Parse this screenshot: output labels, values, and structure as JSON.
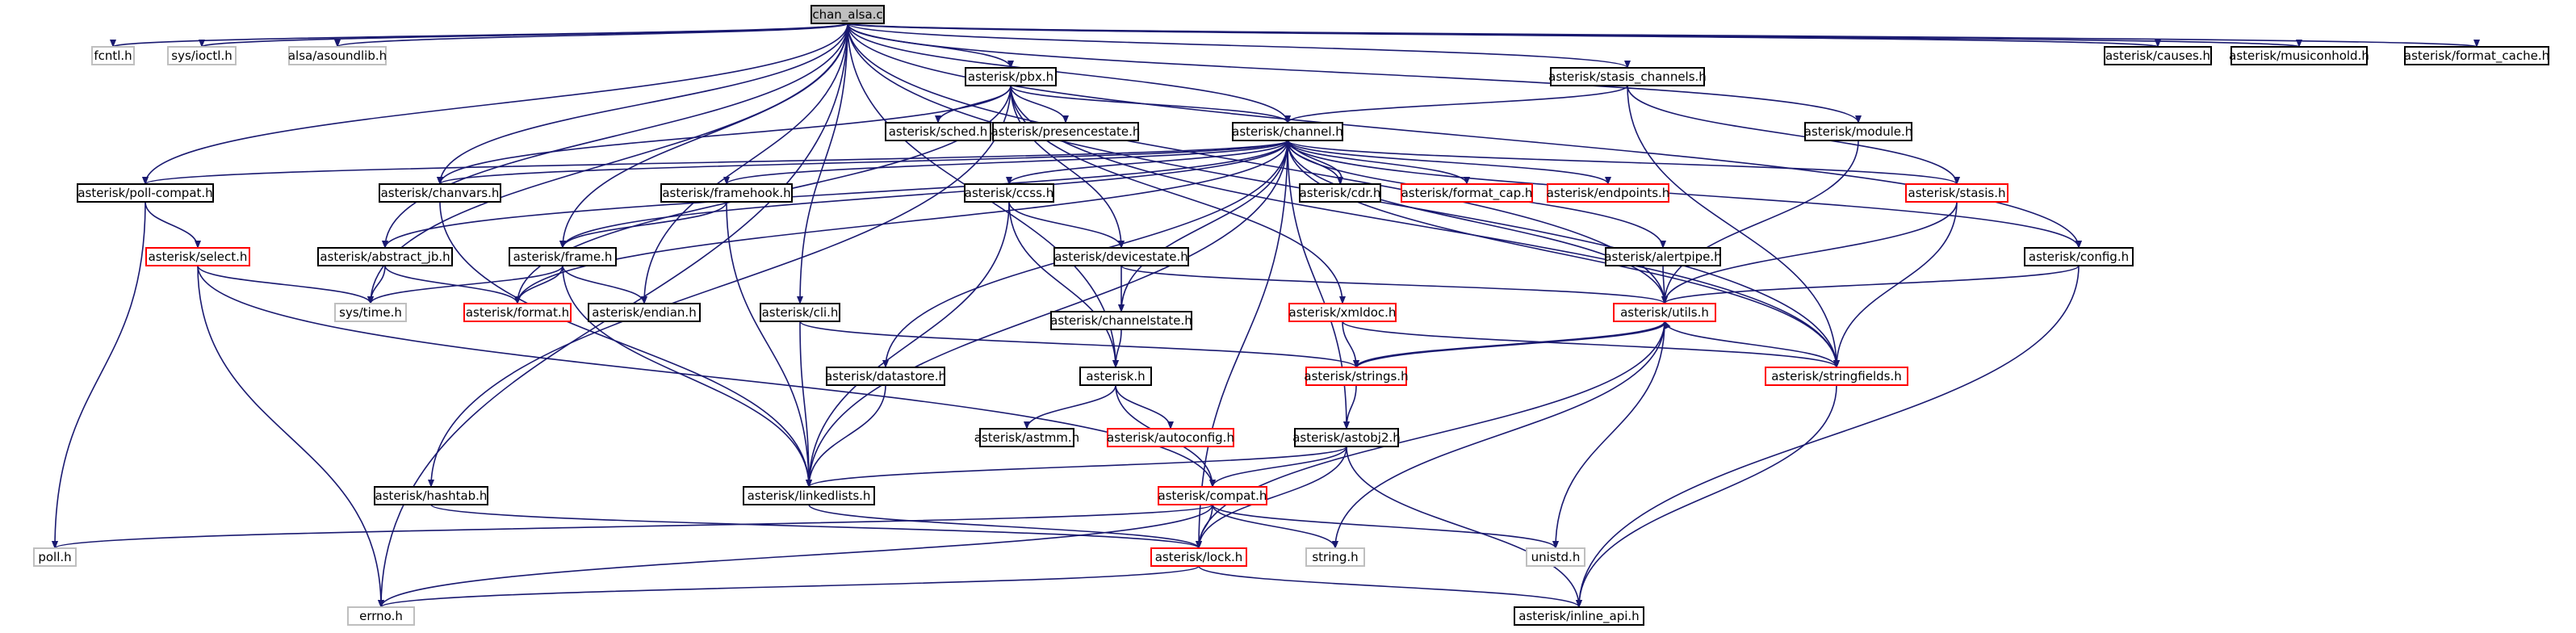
{
  "diagram": {
    "title": "",
    "style": {
      "edge_color": "#191970",
      "border_normal": "#000000",
      "border_missing": "#bfbfbf",
      "border_truncated": "#ff0000",
      "root_fill": "#bfbfbf",
      "text_missing": "#4d4d4d"
    },
    "nodes": [
      {
        "id": "chan_alsa",
        "label": "chan_alsa.c",
        "kind": "root"
      },
      {
        "id": "fcntl",
        "label": "fcntl.h",
        "kind": "missing"
      },
      {
        "id": "sys_ioctl",
        "label": "sys/ioctl.h",
        "kind": "missing"
      },
      {
        "id": "alsa",
        "label": "alsa/asoundlib.h",
        "kind": "missing"
      },
      {
        "id": "pbx",
        "label": "asterisk/pbx.h",
        "kind": "normal"
      },
      {
        "id": "stasis_channels",
        "label": "asterisk/stasis_channels.h",
        "kind": "normal"
      },
      {
        "id": "causes",
        "label": "asterisk/causes.h",
        "kind": "normal"
      },
      {
        "id": "musiconhold",
        "label": "asterisk/musiconhold.h",
        "kind": "normal"
      },
      {
        "id": "format_cache",
        "label": "asterisk/format_cache.h",
        "kind": "normal"
      },
      {
        "id": "sched",
        "label": "asterisk/sched.h",
        "kind": "normal"
      },
      {
        "id": "presencestate",
        "label": "asterisk/presencestate.h",
        "kind": "normal"
      },
      {
        "id": "channel",
        "label": "asterisk/channel.h",
        "kind": "normal"
      },
      {
        "id": "module",
        "label": "asterisk/module.h",
        "kind": "normal"
      },
      {
        "id": "poll_compat",
        "label": "asterisk/poll-compat.h",
        "kind": "normal"
      },
      {
        "id": "chanvars",
        "label": "asterisk/chanvars.h",
        "kind": "normal"
      },
      {
        "id": "framehook",
        "label": "asterisk/framehook.h",
        "kind": "normal"
      },
      {
        "id": "ccss",
        "label": "asterisk/ccss.h",
        "kind": "normal"
      },
      {
        "id": "cdr",
        "label": "asterisk/cdr.h",
        "kind": "normal"
      },
      {
        "id": "format_cap",
        "label": "asterisk/format_cap.h",
        "kind": "truncated"
      },
      {
        "id": "endpoints",
        "label": "asterisk/endpoints.h",
        "kind": "truncated"
      },
      {
        "id": "stasis",
        "label": "asterisk/stasis.h",
        "kind": "truncated"
      },
      {
        "id": "config",
        "label": "asterisk/config.h",
        "kind": "normal"
      },
      {
        "id": "select",
        "label": "asterisk/select.h",
        "kind": "truncated"
      },
      {
        "id": "abstract_jb",
        "label": "asterisk/abstract_jb.h",
        "kind": "normal"
      },
      {
        "id": "frame",
        "label": "asterisk/frame.h",
        "kind": "normal"
      },
      {
        "id": "devicestate",
        "label": "asterisk/devicestate.h",
        "kind": "normal"
      },
      {
        "id": "alertpipe",
        "label": "asterisk/alertpipe.h",
        "kind": "normal"
      },
      {
        "id": "sys_time",
        "label": "sys/time.h",
        "kind": "missing"
      },
      {
        "id": "format",
        "label": "asterisk/format.h",
        "kind": "truncated"
      },
      {
        "id": "endian",
        "label": "asterisk/endian.h",
        "kind": "normal"
      },
      {
        "id": "cli",
        "label": "asterisk/cli.h",
        "kind": "normal"
      },
      {
        "id": "channelstate",
        "label": "asterisk/channelstate.h",
        "kind": "normal"
      },
      {
        "id": "xmldoc",
        "label": "asterisk/xmldoc.h",
        "kind": "truncated"
      },
      {
        "id": "utils",
        "label": "asterisk/utils.h",
        "kind": "truncated"
      },
      {
        "id": "datastore",
        "label": "asterisk/datastore.h",
        "kind": "normal"
      },
      {
        "id": "asterisk_h",
        "label": "asterisk.h",
        "kind": "normal"
      },
      {
        "id": "strings",
        "label": "asterisk/strings.h",
        "kind": "truncated"
      },
      {
        "id": "stringfields",
        "label": "asterisk/stringfields.h",
        "kind": "truncated"
      },
      {
        "id": "astmm",
        "label": "asterisk/astmm.h",
        "kind": "normal"
      },
      {
        "id": "autoconfig",
        "label": "asterisk/autoconfig.h",
        "kind": "truncated"
      },
      {
        "id": "astobj2",
        "label": "asterisk/astobj2.h",
        "kind": "normal"
      },
      {
        "id": "hashtab",
        "label": "asterisk/hashtab.h",
        "kind": "normal"
      },
      {
        "id": "linkedlists",
        "label": "asterisk/linkedlists.h",
        "kind": "normal"
      },
      {
        "id": "compat",
        "label": "asterisk/compat.h",
        "kind": "truncated"
      },
      {
        "id": "poll",
        "label": "poll.h",
        "kind": "missing"
      },
      {
        "id": "lock",
        "label": "asterisk/lock.h",
        "kind": "truncated"
      },
      {
        "id": "string_h",
        "label": "string.h",
        "kind": "missing"
      },
      {
        "id": "unistd",
        "label": "unistd.h",
        "kind": "missing"
      },
      {
        "id": "errno",
        "label": "errno.h",
        "kind": "missing"
      },
      {
        "id": "inline_api",
        "label": "asterisk/inline_api.h",
        "kind": "normal"
      }
    ],
    "edges": [
      [
        "chan_alsa",
        "fcntl"
      ],
      [
        "chan_alsa",
        "sys_ioctl"
      ],
      [
        "chan_alsa",
        "alsa"
      ],
      [
        "chan_alsa",
        "pbx"
      ],
      [
        "chan_alsa",
        "stasis_channels"
      ],
      [
        "chan_alsa",
        "causes"
      ],
      [
        "chan_alsa",
        "musiconhold"
      ],
      [
        "chan_alsa",
        "format_cache"
      ],
      [
        "chan_alsa",
        "channel"
      ],
      [
        "chan_alsa",
        "module"
      ],
      [
        "chan_alsa",
        "poll_compat"
      ],
      [
        "chan_alsa",
        "chanvars"
      ],
      [
        "chan_alsa",
        "abstract_jb"
      ],
      [
        "chan_alsa",
        "frame"
      ],
      [
        "chan_alsa",
        "sys_time"
      ],
      [
        "chan_alsa",
        "endian"
      ],
      [
        "chan_alsa",
        "cli"
      ],
      [
        "chan_alsa",
        "asterisk_h"
      ],
      [
        "chan_alsa",
        "utils"
      ],
      [
        "chan_alsa",
        "config"
      ],
      [
        "chan_alsa",
        "stringfields"
      ],
      [
        "chan_alsa",
        "errno"
      ],
      [
        "pbx",
        "sched"
      ],
      [
        "pbx",
        "presencestate"
      ],
      [
        "pbx",
        "channel"
      ],
      [
        "pbx",
        "chanvars"
      ],
      [
        "pbx",
        "format"
      ],
      [
        "pbx",
        "devicestate"
      ],
      [
        "pbx",
        "xmldoc"
      ],
      [
        "pbx",
        "hashtab"
      ],
      [
        "pbx",
        "stringfields"
      ],
      [
        "stasis_channels",
        "channel"
      ],
      [
        "stasis_channels",
        "stasis"
      ],
      [
        "stasis_channels",
        "stringfields"
      ],
      [
        "channel",
        "poll_compat"
      ],
      [
        "channel",
        "chanvars"
      ],
      [
        "channel",
        "framehook"
      ],
      [
        "channel",
        "ccss"
      ],
      [
        "channel",
        "cdr"
      ],
      [
        "channel",
        "format_cap"
      ],
      [
        "channel",
        "endpoints"
      ],
      [
        "channel",
        "stasis"
      ],
      [
        "channel",
        "config"
      ],
      [
        "channel",
        "abstract_jb"
      ],
      [
        "channel",
        "frame"
      ],
      [
        "channel",
        "alertpipe"
      ],
      [
        "channel",
        "utils"
      ],
      [
        "channel",
        "channelstate"
      ],
      [
        "channel",
        "datastore"
      ],
      [
        "channel",
        "linkedlists"
      ],
      [
        "channel",
        "astobj2"
      ],
      [
        "channel",
        "stringfields"
      ],
      [
        "channel",
        "lock"
      ],
      [
        "channel",
        "format"
      ],
      [
        "cdr",
        "channel"
      ],
      [
        "module",
        "utils"
      ],
      [
        "poll_compat",
        "select"
      ],
      [
        "poll_compat",
        "poll"
      ],
      [
        "chanvars",
        "linkedlists"
      ],
      [
        "framehook",
        "frame"
      ],
      [
        "framehook",
        "linkedlists"
      ],
      [
        "ccss",
        "devicestate"
      ],
      [
        "ccss",
        "asterisk_h"
      ],
      [
        "ccss",
        "linkedlists"
      ],
      [
        "stasis",
        "utils"
      ],
      [
        "stasis",
        "stringfields"
      ],
      [
        "config",
        "utils"
      ],
      [
        "config",
        "inline_api"
      ],
      [
        "select",
        "sys_time"
      ],
      [
        "select",
        "compat"
      ],
      [
        "select",
        "errno"
      ],
      [
        "abstract_jb",
        "sys_time"
      ],
      [
        "abstract_jb",
        "format"
      ],
      [
        "frame",
        "sys_time"
      ],
      [
        "frame",
        "format"
      ],
      [
        "frame",
        "endian"
      ],
      [
        "frame",
        "linkedlists"
      ],
      [
        "devicestate",
        "channelstate"
      ],
      [
        "devicestate",
        "utils"
      ],
      [
        "alertpipe",
        "utils"
      ],
      [
        "cli",
        "linkedlists"
      ],
      [
        "cli",
        "strings"
      ],
      [
        "channelstate",
        "asterisk_h"
      ],
      [
        "xmldoc",
        "strings"
      ],
      [
        "xmldoc",
        "stringfields"
      ],
      [
        "utils",
        "strings"
      ],
      [
        "utils",
        "stringfields"
      ],
      [
        "utils",
        "lock"
      ],
      [
        "utils",
        "string_h"
      ],
      [
        "utils",
        "unistd"
      ],
      [
        "strings",
        "utils"
      ],
      [
        "strings",
        "astobj2"
      ],
      [
        "datastore",
        "linkedlists"
      ],
      [
        "asterisk_h",
        "astmm"
      ],
      [
        "asterisk_h",
        "autoconfig"
      ],
      [
        "asterisk_h",
        "compat"
      ],
      [
        "stringfields",
        "inline_api"
      ],
      [
        "astobj2",
        "linkedlists"
      ],
      [
        "astobj2",
        "compat"
      ],
      [
        "astobj2",
        "lock"
      ],
      [
        "astobj2",
        "inline_api"
      ],
      [
        "hashtab",
        "lock"
      ],
      [
        "linkedlists",
        "lock"
      ],
      [
        "compat",
        "poll"
      ],
      [
        "compat",
        "string_h"
      ],
      [
        "compat",
        "unistd"
      ],
      [
        "compat",
        "errno"
      ],
      [
        "compat",
        "lock"
      ],
      [
        "lock",
        "errno"
      ],
      [
        "lock",
        "inline_api"
      ]
    ]
  }
}
